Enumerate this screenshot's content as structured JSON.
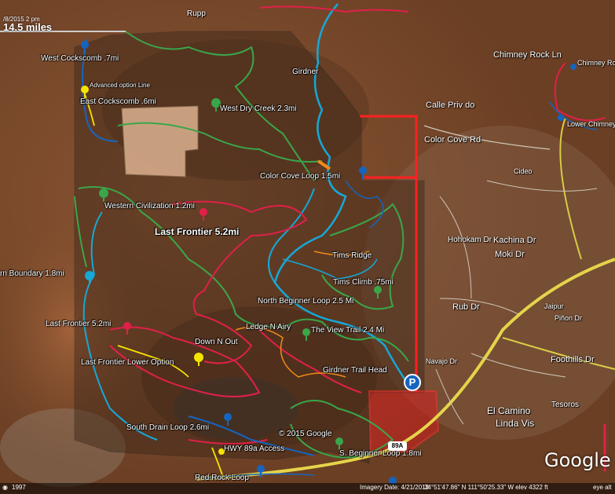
{
  "hud": {
    "date": "/8/2015  2 pm",
    "distance": "14.5 miles"
  },
  "trails": [
    {
      "label": "West Cockscomb .7mi",
      "color": "#1565c0"
    },
    {
      "label": "Advanced option Line",
      "color": "#f5e400"
    },
    {
      "label": "East Cockscomb .6mi",
      "color": "#f5e400"
    },
    {
      "label": "West Dry Creek 2.3mi",
      "color": "#3aa64a"
    },
    {
      "label": "Girdner",
      "color": "#16a8d8"
    },
    {
      "label": "Color Cove Loop 1.5mi",
      "color": "#1565c0"
    },
    {
      "label": "Western Civilization 1.2mi",
      "color": "#3aa64a"
    },
    {
      "label": "Last Frontier 5.2mi",
      "color": "#e0204a"
    },
    {
      "label": "Tims Ridge",
      "color": "#f08a1a"
    },
    {
      "label": "rn Boundary 1.8mi",
      "color": "#16a8d8"
    },
    {
      "label": "Tims Climb .75mi",
      "color": "#16a8d8"
    },
    {
      "label": "North Beginner Loop 2.5 Mi",
      "color": "#3aa64a"
    },
    {
      "label": "Ledge N Airy",
      "color": "#f08a1a"
    },
    {
      "label": "The View Trail 2.4 Mi",
      "color": "#3aa64a"
    },
    {
      "label": "Last Frontier 5.2mi",
      "color": "#e0204a"
    },
    {
      "label": "Down N Out",
      "color": "#f5e400"
    },
    {
      "label": "Last Frontier Lower Option",
      "color": "#f5e400"
    },
    {
      "label": "Girdner Trail Head",
      "color": "#1565c0"
    },
    {
      "label": "South Drain Loop 2.6mi",
      "color": "#1565c0"
    },
    {
      "label": "© 2015 Google",
      "color": "#ffffff"
    },
    {
      "label": "HWY 89a Access",
      "color": "#f5e400"
    },
    {
      "label": "S. Beginner  Loop 1.8mi",
      "color": "#3aa64a"
    },
    {
      "label": "Red Rock Loop",
      "color": "#1565c0"
    }
  ],
  "streets": [
    "Rupp",
    "Chimney Rock Ln",
    "Chimney Roc",
    "Lower Chimney",
    "Calle Priv do",
    "Color Cove Rd",
    "Cideo",
    "Hohokam Dr",
    "Kachina Dr",
    "Moki Dr",
    "Rub  Dr",
    "Jaipur",
    "Piñon Dr",
    "Foothills Dr",
    "Navajo Dr",
    "El Camino",
    "Linda Vis",
    "Tesoros"
  ],
  "parking": "P",
  "highway": "89A",
  "logo": "Google",
  "statusbar": {
    "year": "1997",
    "imagery_date": "Imagery Date: 4/21/2013",
    "coords": "34°51'47.86\" N  111°50'25.33\" W  elev  4322 ft",
    "eye": "eye alt"
  }
}
